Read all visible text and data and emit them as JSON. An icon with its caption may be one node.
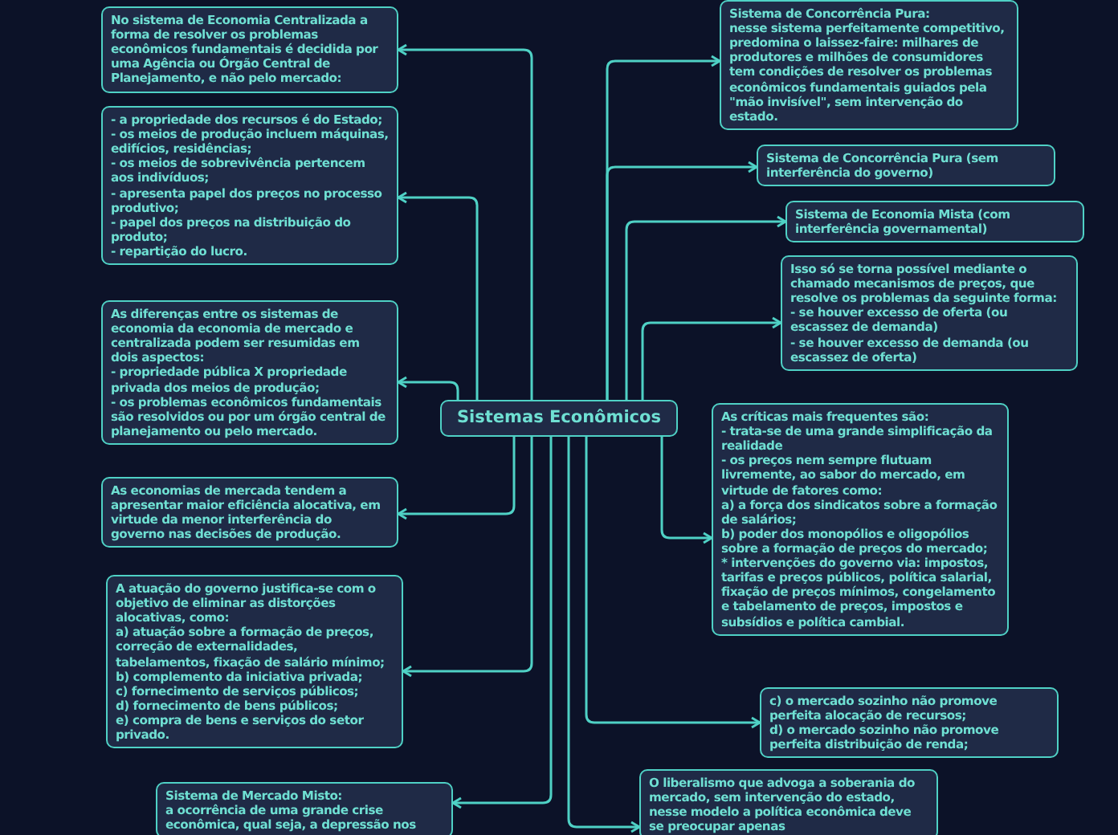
{
  "diagram": {
    "nodes": [
      {
        "text": [
          "Sistemas Econômicos"
        ]
      },
      {
        "text": [
          "No sistema de Economia Centralizada a forma de resolver os problemas econômicos fundamentais é decidida por uma Agência ou Órgão Central de Planejamento, e não pelo mercado:"
        ]
      },
      {
        "text": [
          "- a propriedade dos recursos é do Estado;",
          "- os meios de produção incluem máquinas, edifícios, residências;",
          "- os meios de sobrevivência pertencem aos indivíduos;",
          "- apresenta papel dos preços no processo produtivo;",
          "- papel dos preços na distribuição do produto;",
          "- repartição do lucro."
        ]
      },
      {
        "text": [
          "As diferenças entre os sistemas de economia da economia de mercado e centralizada podem ser resumidas em dois aspectos:",
          "- propriedade pública X propriedade privada dos meios de produção;",
          "- os problemas econômicos fundamentais são resolvidos ou por um órgão central de planejamento ou pelo mercado."
        ]
      },
      {
        "text": [
          "As economias de mercada tendem a apresentar maior eficiência alocativa, em virtude da menor interferência do governo nas decisões de produção."
        ]
      },
      {
        "text": [
          "A atuação do governo justifica-se com o objetivo de eliminar as distorções alocativas, como:",
          "a) atuação sobre a formação de preços, correção de externalidades, tabelamentos, fixação de salário mínimo;",
          "b) complemento da iniciativa privada;",
          "c) fornecimento de serviços públicos;",
          "d) fornecimento de bens públicos;",
          "e) compra de bens e serviços do setor privado."
        ]
      },
      {
        "text": [
          "Sistema de Mercado Misto:",
          "a ocorrência de uma grande crise econômica, qual seja, a depressão nos"
        ]
      },
      {
        "text": [
          "Sistema de Concorrência Pura:",
          "nesse sistema perfeitamente competitivo, predomina o laissez-faire: milhares de produtores e milhões de consumidores tem condições de resolver os problemas econômicos fundamentais guiados pela \"mão invisível\", sem intervenção do estado."
        ]
      },
      {
        "text": [
          "Sistema de Concorrência Pura (sem interferência do governo)"
        ]
      },
      {
        "text": [
          "Sistema de Economia Mista (com interferência governamental)"
        ]
      },
      {
        "text": [
          "Isso só se torna possível mediante o chamado mecanismos de preços, que resolve os problemas da seguinte forma:",
          "- se houver excesso de oferta (ou escassez de demanda)",
          "- se houver excesso de demanda (ou escassez de oferta)"
        ]
      },
      {
        "text": [
          "As críticas mais frequentes são:",
          "- trata-se de uma grande simplificação da realidade",
          "- os preços nem sempre flutuam livremente, ao sabor do mercado, em virtude de fatores como:",
          "a) a força dos sindicatos sobre a formação de salários;",
          "b) poder dos monopólios e oligopólios sobre a formação de preços do mercado;",
          "* intervenções do governo via: impostos, tarifas e preços públicos, política salarial, fixação de preços mínimos, congelamento e tabelamento de preços, impostos e subsídios e política cambial."
        ]
      },
      {
        "text": [
          "c) o mercado sozinho não promove perfeita alocação de recursos;",
          "d) o mercado sozinho não promove perfeita distribuição de renda;"
        ]
      },
      {
        "text": [
          "O liberalismo que advoga a soberania do mercado, sem intervenção do estado, nesse modelo a política econômica deve se preocupar apenas"
        ]
      }
    ],
    "edges": [
      {
        "from": 0,
        "to": 1,
        "arrow": "to"
      },
      {
        "from": 0,
        "to": 2,
        "arrow": "to"
      },
      {
        "from": 0,
        "to": 3,
        "arrow": "to"
      },
      {
        "from": 0,
        "to": 4,
        "arrow": "to"
      },
      {
        "from": 0,
        "to": 5,
        "arrow": "to"
      },
      {
        "from": 0,
        "to": 6,
        "arrow": "to"
      },
      {
        "from": 0,
        "to": 7,
        "arrow": "to"
      },
      {
        "from": 0,
        "to": 8,
        "arrow": "to"
      },
      {
        "from": 0,
        "to": 9,
        "arrow": "to"
      },
      {
        "from": 0,
        "to": 10,
        "arrow": "to"
      },
      {
        "from": 0,
        "to": 11,
        "arrow": "to"
      },
      {
        "from": 0,
        "to": 12,
        "arrow": "to"
      },
      {
        "from": 0,
        "to": 13,
        "arrow": "to"
      }
    ]
  }
}
